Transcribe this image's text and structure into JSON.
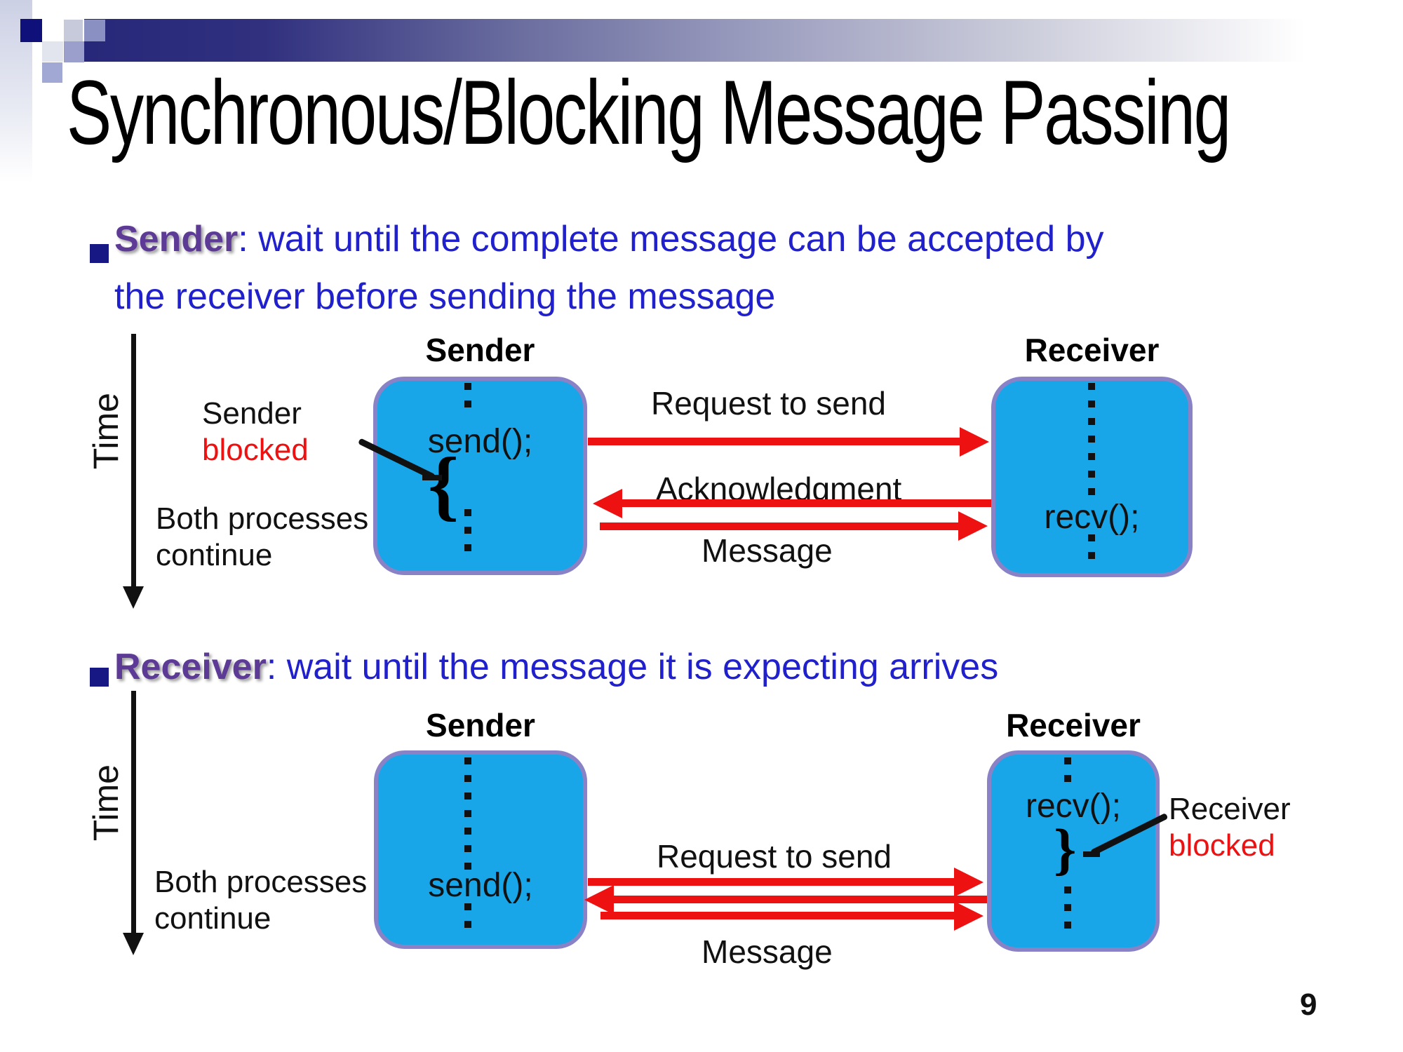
{
  "slide": {
    "title": "Synchronous/Blocking Message Passing",
    "page_number": "9"
  },
  "bullets": [
    {
      "keyword": "Sender",
      "rest_line1": ": wait until the complete message can be accepted by",
      "rest_line2": "the receiver before sending the message"
    },
    {
      "keyword": "Receiver",
      "rest_line1": ": wait until the message it is expecting arrives"
    }
  ],
  "diagram1": {
    "time_label": "Time",
    "sender_title": "Sender",
    "receiver_title": "Receiver",
    "send_call": "send();",
    "recv_call": "recv();",
    "blocked_line1": "Sender",
    "blocked_line2": "blocked",
    "continue_line1": "Both processes",
    "continue_line2": "continue",
    "request_label": "Request to send",
    "ack_label": "Acknowledgment",
    "message_label": "Message",
    "brace": "{"
  },
  "diagram2": {
    "time_label": "Time",
    "sender_title": "Sender",
    "receiver_title": "Receiver",
    "send_call": "send();",
    "recv_call": "recv();",
    "blocked_line1": "Receiver",
    "blocked_line2": "blocked",
    "continue_line1": "Both processes",
    "continue_line2": "continue",
    "request_label": "Request to send",
    "message_label": "Message",
    "brace": "}"
  },
  "colors": {
    "accent_red": "#EE1111",
    "process_box_fill": "#18A6E8",
    "process_box_border": "#8A82C6",
    "body_text_blue": "#2020CC",
    "keyword_purple": "#5C3A96",
    "bullet_navy": "#181884",
    "header_bar_navy": "#28287A"
  }
}
